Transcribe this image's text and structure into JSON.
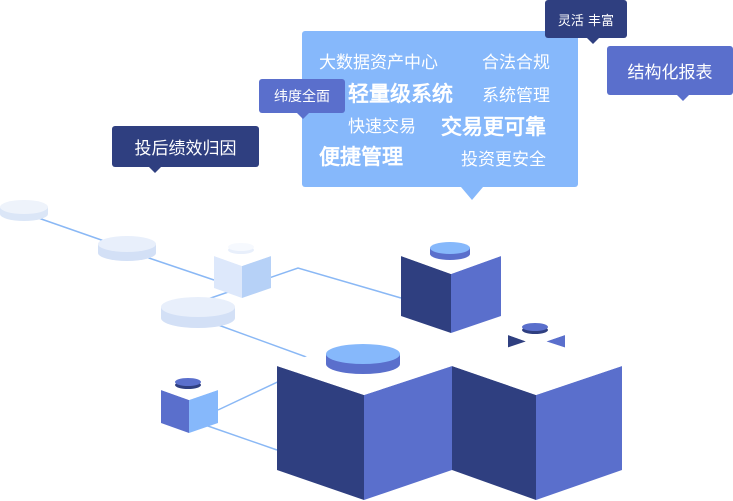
{
  "labels": {
    "attribution": "投后绩效归因",
    "dimension": "纬度全面",
    "flexible": "灵活 丰富",
    "reports": "结构化报表"
  },
  "bubble_words": [
    "大数据资产中心",
    "合法合规",
    "轻量级系统",
    "系统管理",
    "快速交易",
    "交易更可靠",
    "便捷管理",
    "投资更安全"
  ],
  "colors": {
    "navy": "#2f3f80",
    "indigo": "#5a6fcc",
    "sky": "#86b8fb",
    "line": "#8ab8f5"
  }
}
